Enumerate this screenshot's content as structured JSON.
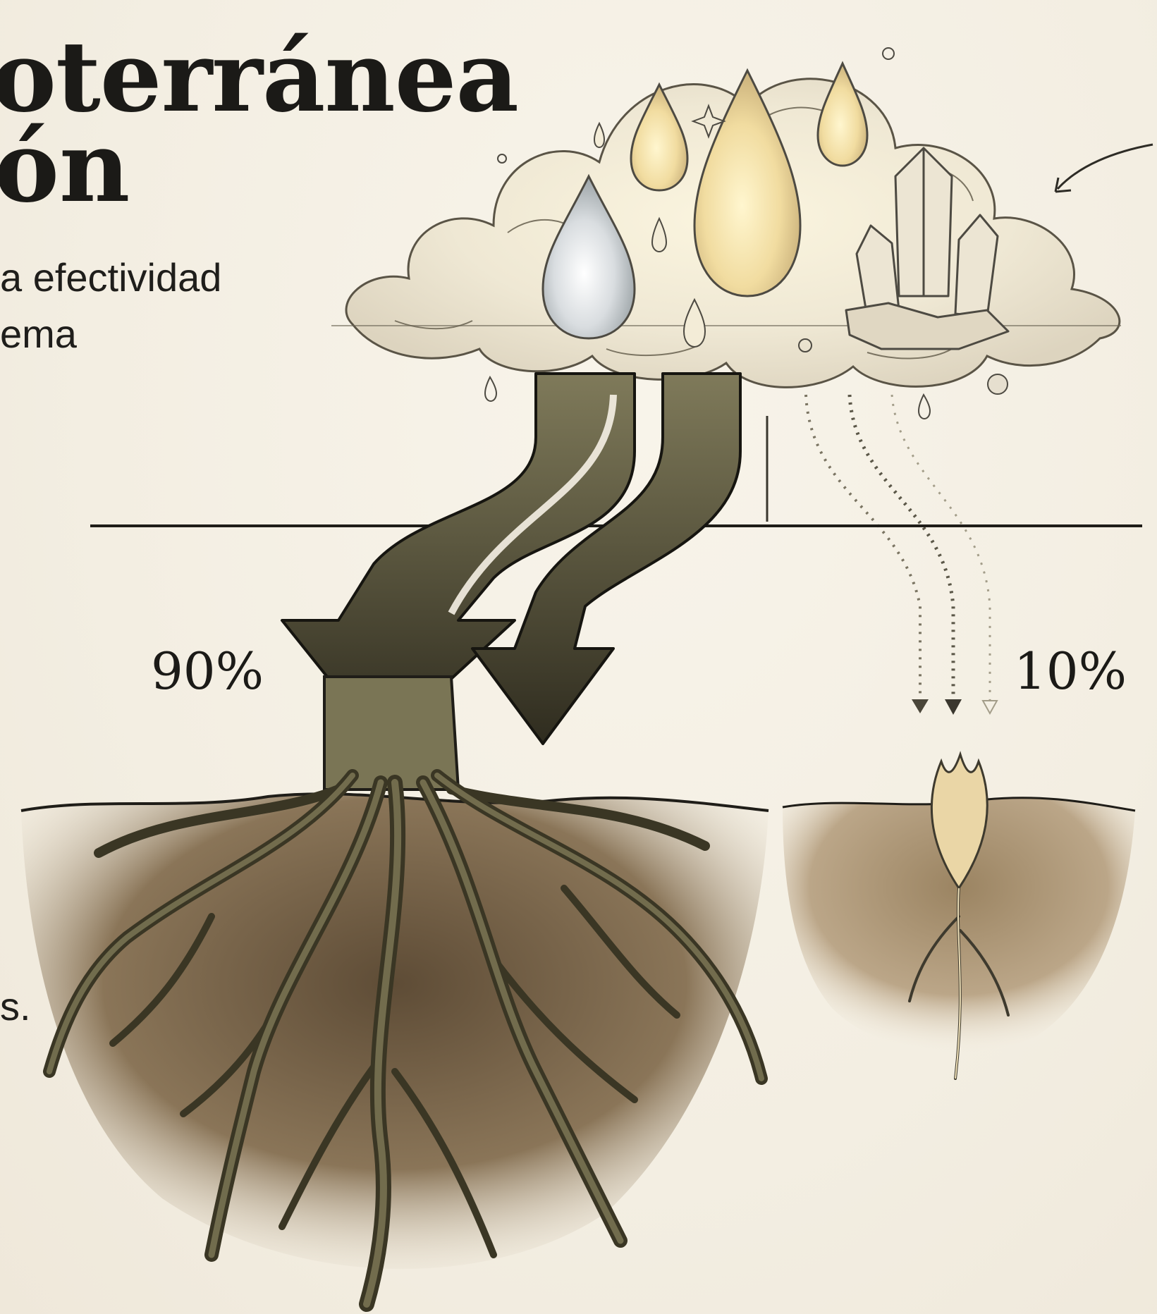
{
  "title": {
    "line1": "oterránea",
    "line2": "ón"
  },
  "subtitle": {
    "line1": "a efectividad",
    "line2": "ema"
  },
  "side_fragment": "s.",
  "labels": {
    "left_percent": "90%",
    "right_percent": "10%"
  },
  "colors": {
    "background": "#f4efe4",
    "ink": "#1b1a17",
    "soil": "#6b5a43",
    "root": "#6f6b4d",
    "arrow_fill": "#4b4630",
    "seed": "#e8d2a2"
  },
  "icons": [
    "cloud-icon",
    "water-drop-icon",
    "crystal-icon",
    "arrow-down-icon",
    "root-system-icon",
    "seedling-icon"
  ]
}
